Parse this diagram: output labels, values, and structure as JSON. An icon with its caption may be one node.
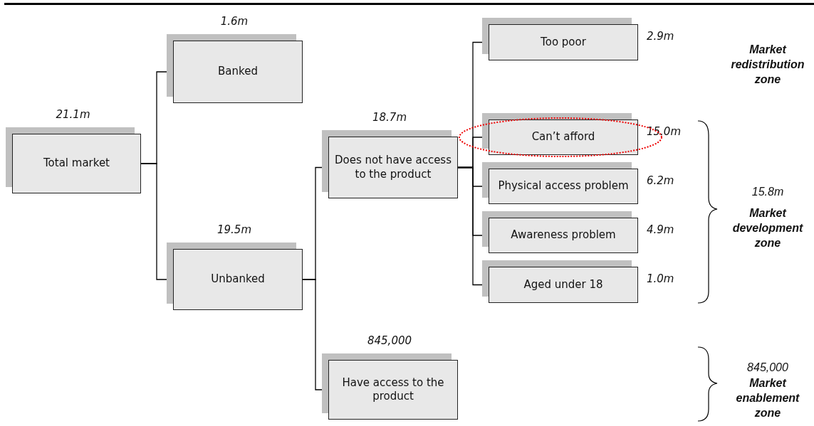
{
  "diagram": {
    "nodes": [
      {
        "text": [
          "Total market"
        ],
        "beside": [
          "21.1m"
        ]
      },
      {
        "text": [
          "Banked"
        ],
        "beside": [
          "1.6m"
        ]
      },
      {
        "text": [
          "Unbanked"
        ],
        "beside": [
          "19.5m"
        ]
      },
      {
        "text": [
          "Does not have access to the product"
        ],
        "beside": [
          "18.7m"
        ]
      },
      {
        "text": [
          "Have access to the product"
        ],
        "beside": [
          "845,000"
        ]
      },
      {
        "text": [
          "Too poor"
        ],
        "beside": [
          "2.9m"
        ]
      },
      {
        "text": [
          "Can’t afford"
        ],
        "beside": [
          "15.0m"
        ]
      },
      {
        "text": [
          "Physical access problem"
        ],
        "beside": [
          "6.2m"
        ]
      },
      {
        "text": [
          "Awareness problem"
        ],
        "beside": [
          "4.9m"
        ]
      },
      {
        "text": [
          "Aged under 18"
        ],
        "beside": [
          "1.0m"
        ]
      }
    ],
    "edges": [
      {
        "from": 0,
        "to": 1,
        "arrow": "none"
      },
      {
        "from": 0,
        "to": 2,
        "arrow": "none"
      },
      {
        "from": 2,
        "to": 3,
        "arrow": "none"
      },
      {
        "from": 2,
        "to": 4,
        "arrow": "none"
      },
      {
        "from": 3,
        "to": 5,
        "arrow": "none"
      },
      {
        "from": 3,
        "to": 6,
        "arrow": "none"
      },
      {
        "from": 3,
        "to": 7,
        "arrow": "none"
      },
      {
        "from": 3,
        "to": 8,
        "arrow": "none"
      },
      {
        "from": 3,
        "to": 9,
        "arrow": "none"
      }
    ],
    "labels": [
      "Market redistribution zone",
      "15.8m",
      "Market development zone",
      "845,000",
      "Market enablement zone"
    ]
  }
}
